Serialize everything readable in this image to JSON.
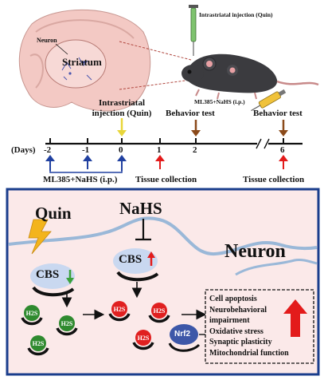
{
  "top": {
    "neuron_label": "Neuron",
    "striatum_label": "Striatum",
    "injection_label": "Intrastriatal injection (Quin)",
    "drug_label": "ML385+NaHS (i.p.)"
  },
  "timeline": {
    "days_label": "(Days)",
    "ticks": [
      "-2",
      "-1",
      "0",
      "1",
      "2",
      "6"
    ],
    "event_injection_line1": "Intrastriatal",
    "event_injection_line2": "injection (Quin)",
    "event_behavior_1": "Behavior test",
    "event_behavior_2": "Behavior test",
    "treatment_label": "ML385+NaHS (i.p.)",
    "tissue_1": "Tissue collection",
    "tissue_2": "Tissue collection"
  },
  "mechanism": {
    "quin_label": "Quin",
    "nahs_label": "NaHS",
    "neuron_label": "Neuron",
    "cbs_left": "CBS",
    "cbs_right": "CBS",
    "h2s_label": "H2S",
    "nrf2_label": "Nrf2",
    "outcomes": [
      "Cell apoptosis",
      "Neurobehavioral",
      "impairment",
      "Oxidative stress",
      "Synaptic plasticity",
      "Mitochondrial function"
    ]
  },
  "colors": {
    "panel_bg": "#fbe9e9",
    "panel_border": "#1a3d8c",
    "cbs_fill": "#c9d8f0",
    "h2s_green": "#2f8a2f",
    "h2s_red": "#e02020",
    "nrf2_fill": "#3d57a8",
    "arrow_red": "#e31b1b",
    "arrow_green": "#3aa13a",
    "arrow_yellow": "#e8d63a",
    "arrow_blue": "#2040a0",
    "arrow_brown": "#8b4a1a"
  }
}
